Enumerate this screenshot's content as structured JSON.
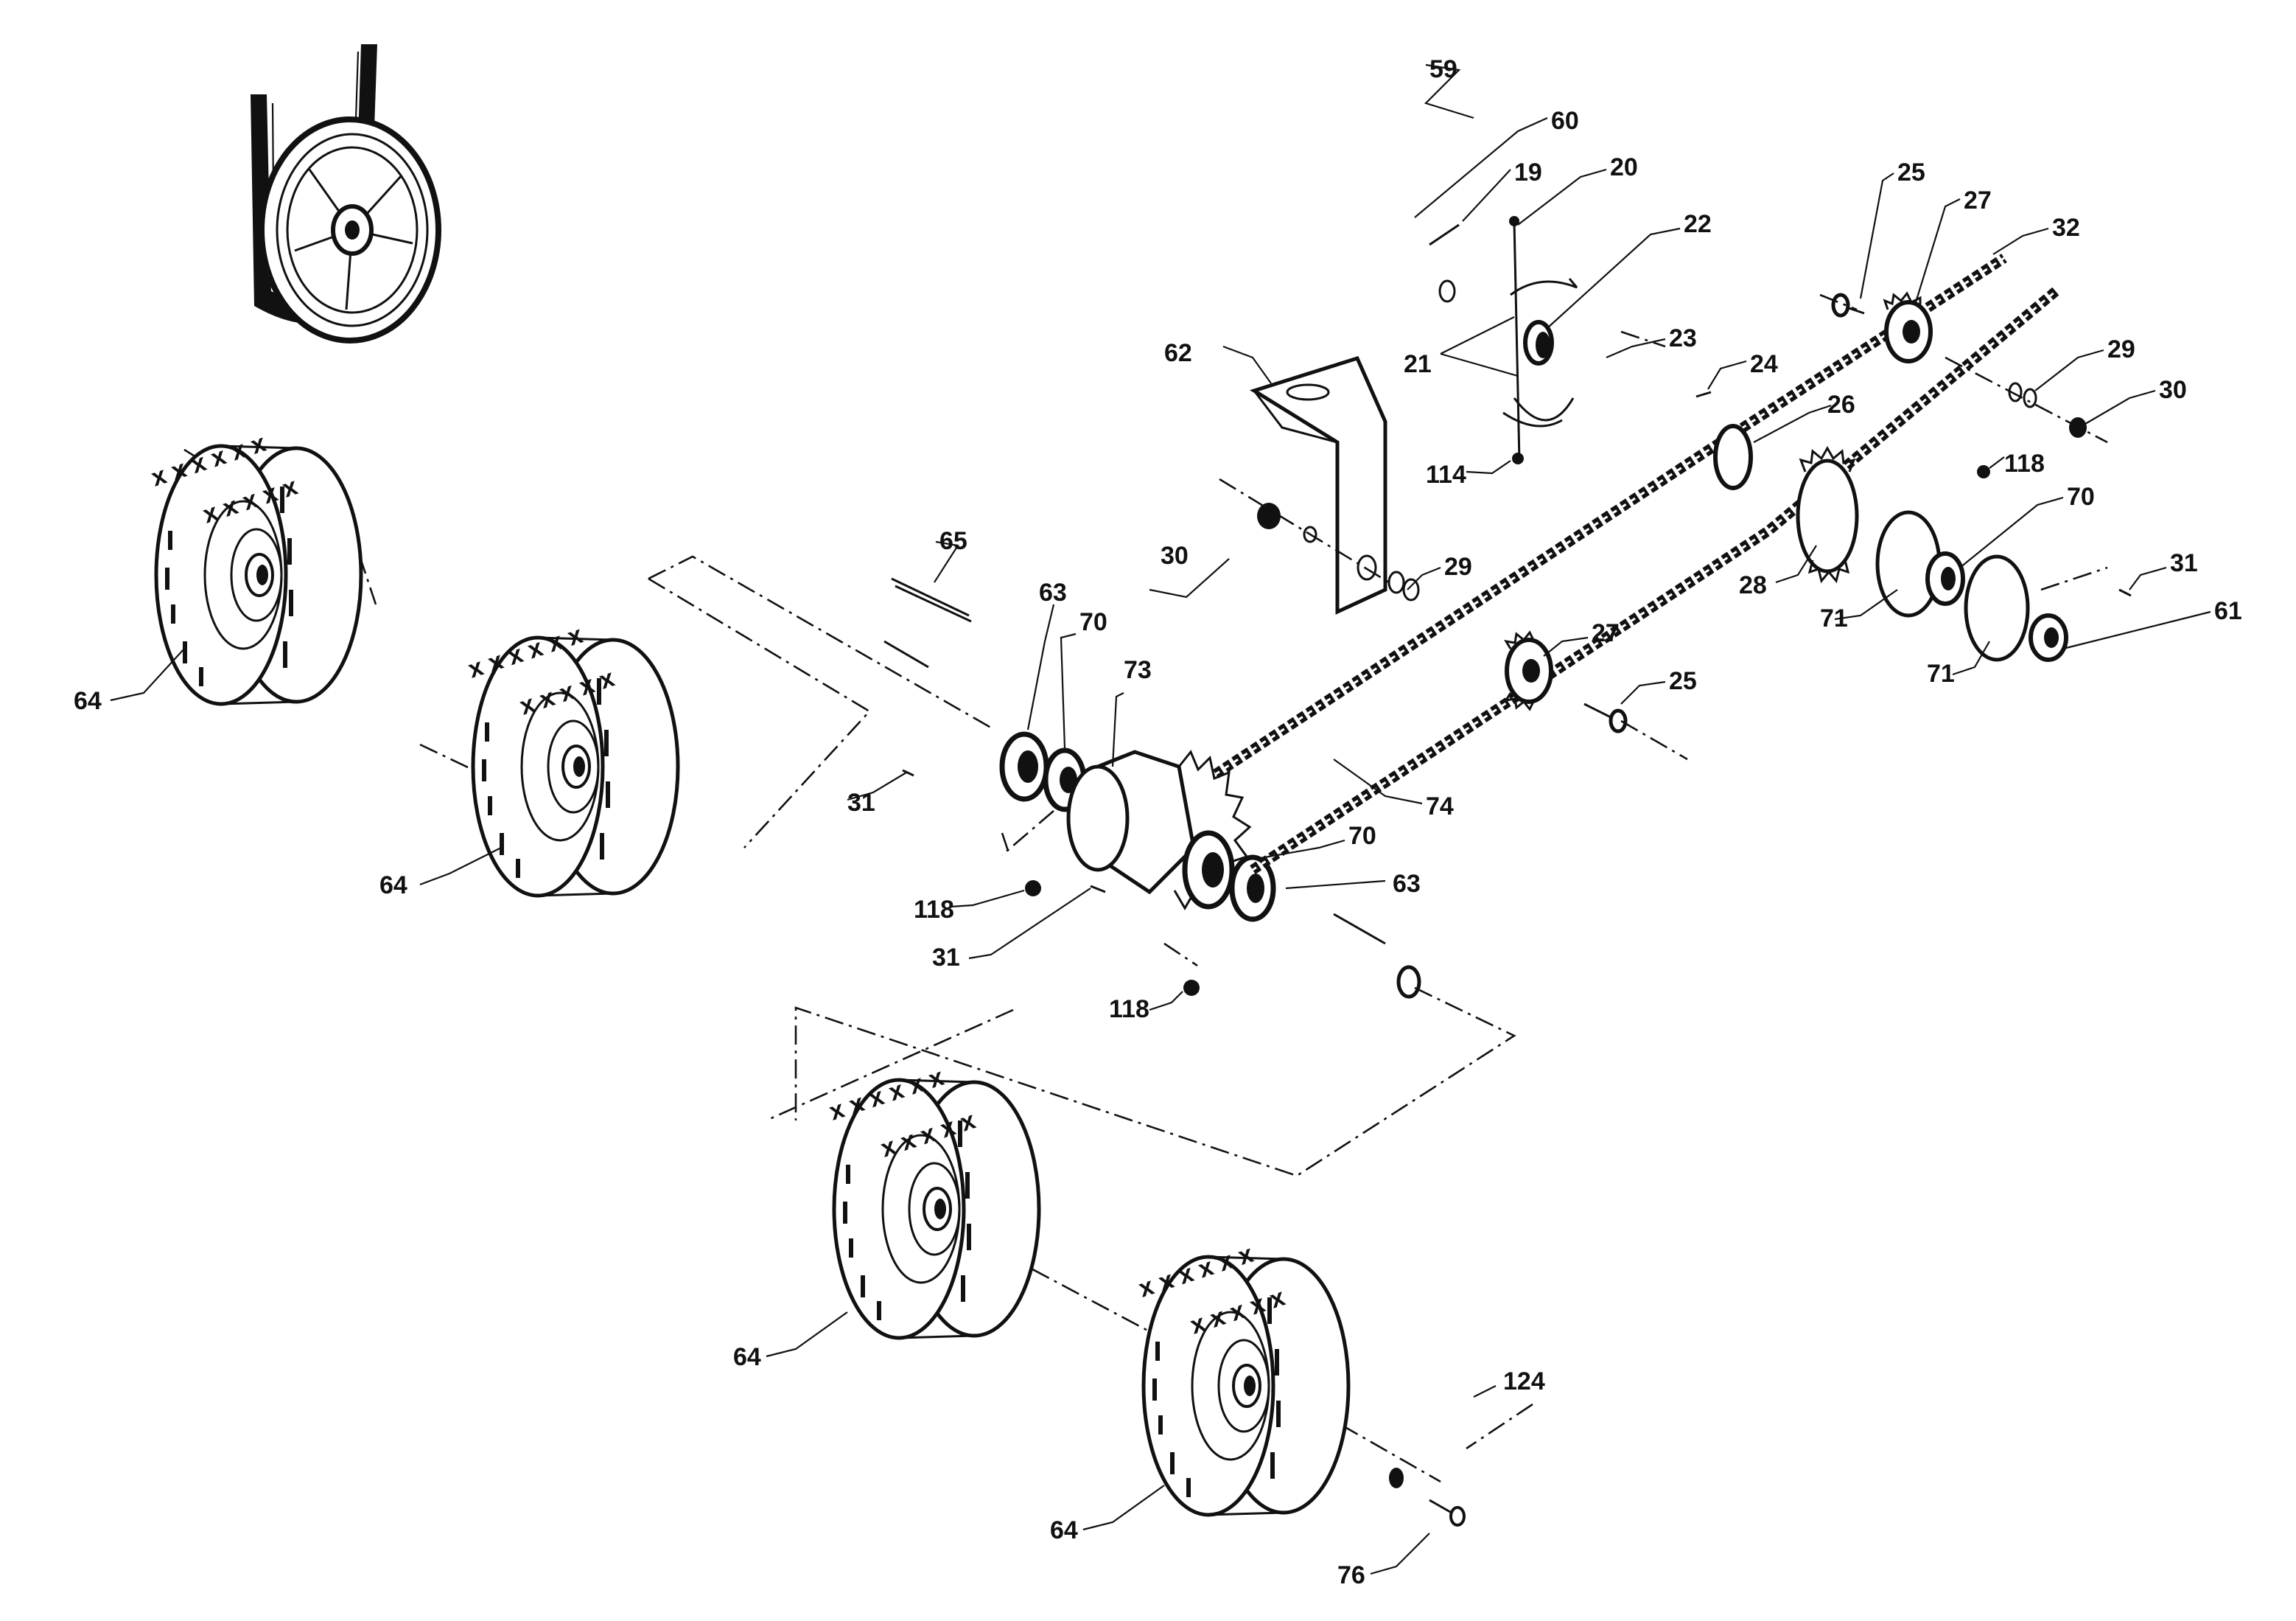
{
  "diagram": {
    "part_labels": {
      "p19": "19",
      "p20": "20",
      "p21": "21",
      "p22": "22",
      "p23": "23",
      "p24": "24",
      "p25a": "25",
      "p25b": "25",
      "p26": "26",
      "p27a": "27",
      "p27b": "27",
      "p28": "28",
      "p29a": "29",
      "p29b": "29",
      "p30a": "30",
      "p30b": "30",
      "p31a": "31",
      "p31b": "31",
      "p31c": "31",
      "p32": "32",
      "p59": "59",
      "p60": "60",
      "p61": "61",
      "p62": "62",
      "p63a": "63",
      "p63b": "63",
      "p64a": "64",
      "p64b": "64",
      "p64c": "64",
      "p64d": "64",
      "p65": "65",
      "p70a": "70",
      "p70b": "70",
      "p70c": "70",
      "p71a": "71",
      "p71b": "71",
      "p73": "73",
      "p74": "74",
      "p76": "76",
      "p114": "114",
      "p118a": "118",
      "p118b": "118",
      "p118c": "118",
      "p124": "124"
    }
  }
}
